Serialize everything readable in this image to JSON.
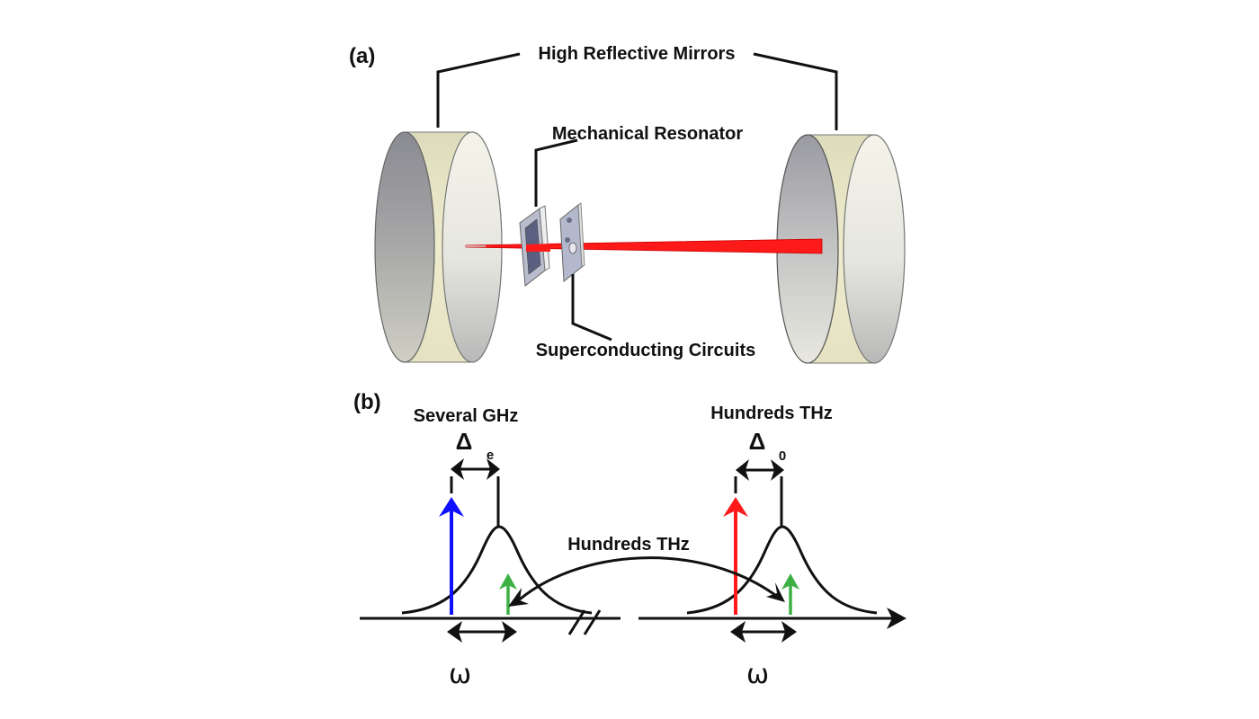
{
  "panel_a": {
    "label": "(a)",
    "mirrors_label": "High Reflective Mirrors",
    "resonator_label": "Mechanical Resonator",
    "circuits_label": "Superconducting Circuits",
    "colors": {
      "laser": "#ff1a1a",
      "mirror_rim": "#e6e4c0",
      "mirror_face_dark": "#8e8e94",
      "mirror_face_light": "#f2f2ea",
      "plate": "#b4b8c8"
    }
  },
  "panel_b": {
    "label": "(b)",
    "left_top_label": "Several GHz",
    "right_top_label": "Hundreds THz",
    "middle_label": "Hundreds THz",
    "left_delta": {
      "symbol": "Δ",
      "subscript": "e"
    },
    "right_delta": {
      "symbol": "Δ",
      "subscript": "0"
    },
    "left_omega": "ω",
    "right_omega": "ω",
    "colors": {
      "microwave_pump": "#1010ff",
      "optical_pump": "#ff1a1a",
      "signal": "#3cb043",
      "ink": "#111111"
    }
  }
}
